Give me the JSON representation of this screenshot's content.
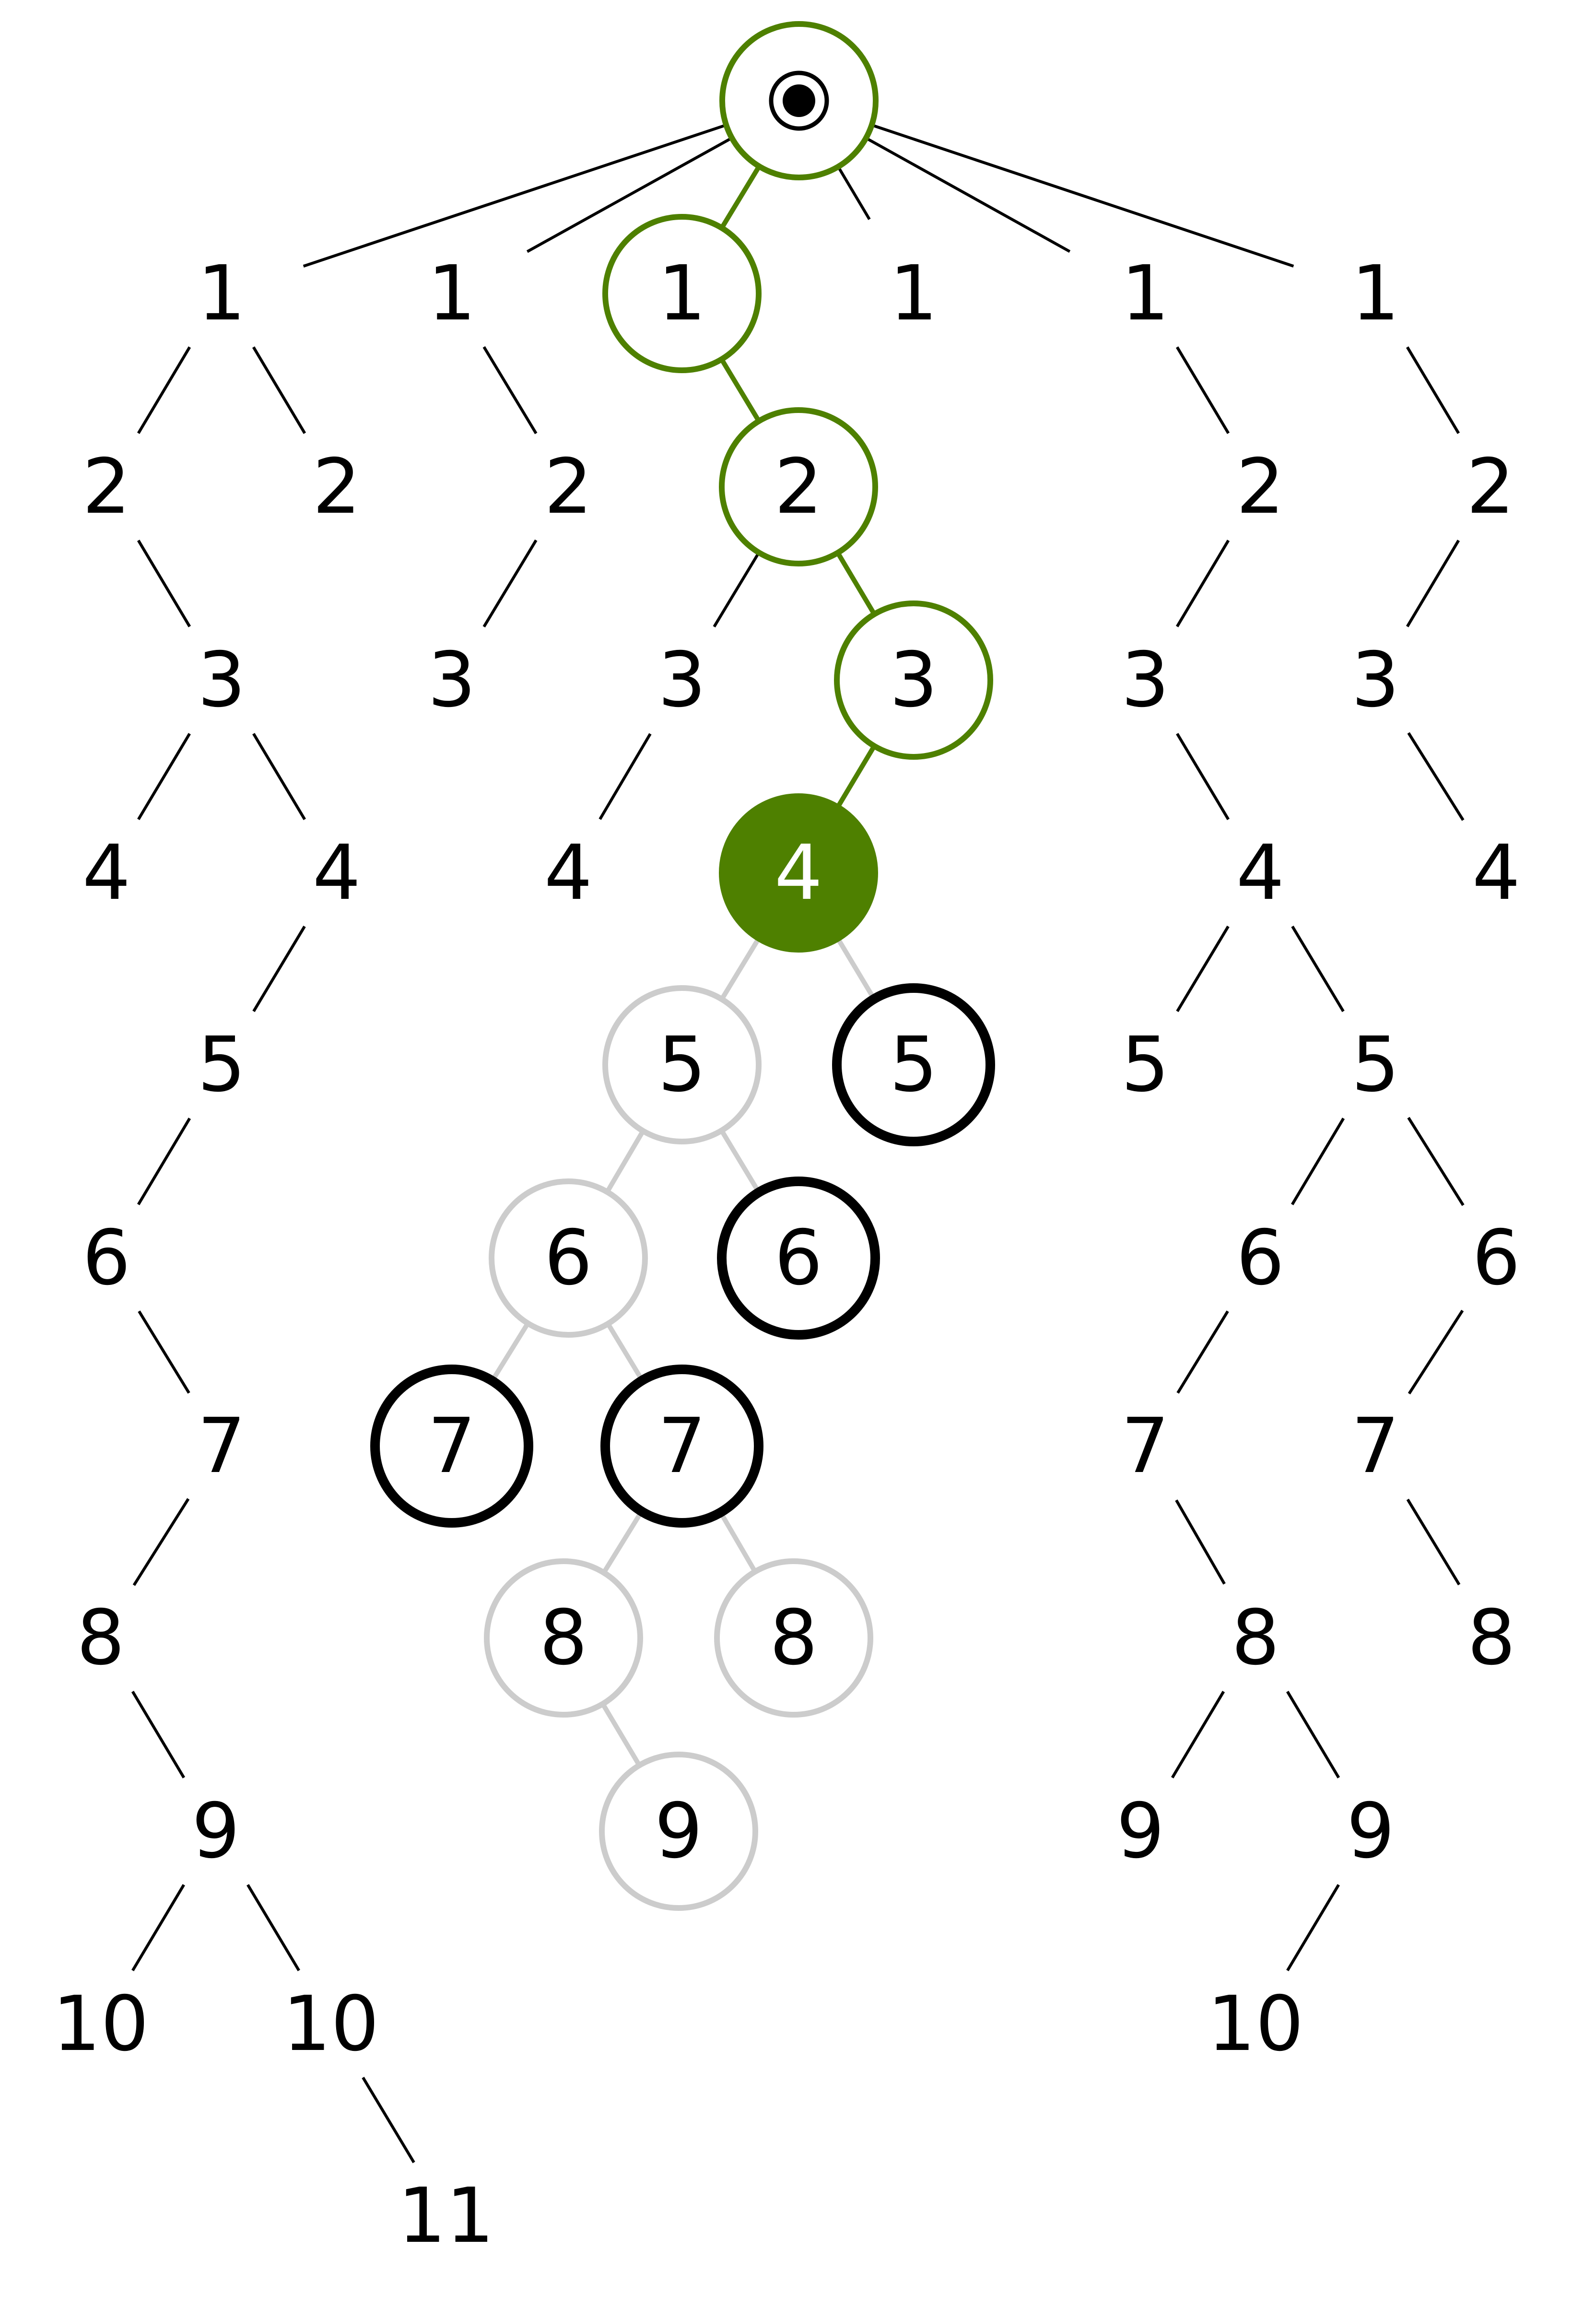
{
  "colors": {
    "path": "#4e8000",
    "ink": "#000000",
    "muted": "#cccccc",
    "background": "#ffffff",
    "selected_text": "#ffffff"
  },
  "root": {
    "icon": "radio-dot-icon",
    "state": "path"
  },
  "nodes": [
    {
      "id": "n1a",
      "label": "1",
      "parent": "root",
      "state": "plain"
    },
    {
      "id": "n1b",
      "label": "1",
      "parent": "root",
      "state": "plain"
    },
    {
      "id": "n1c",
      "label": "1",
      "parent": "root",
      "state": "path"
    },
    {
      "id": "n1d",
      "label": "1",
      "parent": "root",
      "state": "plain"
    },
    {
      "id": "n1e",
      "label": "1",
      "parent": "root",
      "state": "plain"
    },
    {
      "id": "n1f",
      "label": "1",
      "parent": "root",
      "state": "plain"
    },
    {
      "id": "a2",
      "label": "2",
      "parent": "n1a",
      "state": "plain"
    },
    {
      "id": "b2",
      "label": "2",
      "parent": "n1a",
      "state": "plain"
    },
    {
      "id": "c2",
      "label": "2",
      "parent": "n1b",
      "state": "plain"
    },
    {
      "id": "d2",
      "label": "2",
      "parent": "n1c",
      "state": "path"
    },
    {
      "id": "e2",
      "label": "2",
      "parent": "n1e",
      "state": "plain"
    },
    {
      "id": "f2",
      "label": "2",
      "parent": "n1f",
      "state": "plain"
    },
    {
      "id": "a3",
      "label": "3",
      "parent": "a2",
      "state": "plain"
    },
    {
      "id": "b3",
      "label": "3",
      "parent": "c2",
      "state": "plain"
    },
    {
      "id": "c3",
      "label": "3",
      "parent": "d2",
      "state": "plain"
    },
    {
      "id": "d3",
      "label": "3",
      "parent": "d2",
      "state": "path"
    },
    {
      "id": "e3",
      "label": "3",
      "parent": "e2",
      "state": "plain"
    },
    {
      "id": "f3",
      "label": "3",
      "parent": "f2",
      "state": "plain"
    },
    {
      "id": "a4",
      "label": "4",
      "parent": "a3",
      "state": "plain"
    },
    {
      "id": "b4",
      "label": "4",
      "parent": "a3",
      "state": "plain"
    },
    {
      "id": "c4",
      "label": "4",
      "parent": "c3",
      "state": "plain"
    },
    {
      "id": "d4",
      "label": "4",
      "parent": "d3",
      "state": "selected"
    },
    {
      "id": "e4",
      "label": "4",
      "parent": "e3",
      "state": "plain"
    },
    {
      "id": "f4",
      "label": "4",
      "parent": "f3",
      "state": "plain"
    },
    {
      "id": "a5",
      "label": "5",
      "parent": "b4",
      "state": "plain"
    },
    {
      "id": "c5",
      "label": "5",
      "parent": "d4",
      "state": "muted"
    },
    {
      "id": "d5",
      "label": "5",
      "parent": "d4",
      "state": "bold"
    },
    {
      "id": "e5",
      "label": "5",
      "parent": "e4",
      "state": "plain"
    },
    {
      "id": "f5",
      "label": "5",
      "parent": "e4",
      "state": "plain"
    },
    {
      "id": "a6",
      "label": "6",
      "parent": "a5",
      "state": "plain"
    },
    {
      "id": "b6",
      "label": "6",
      "parent": "c5",
      "state": "muted"
    },
    {
      "id": "c6",
      "label": "6",
      "parent": "c5",
      "state": "bold"
    },
    {
      "id": "e6",
      "label": "6",
      "parent": "f5",
      "state": "plain"
    },
    {
      "id": "f6",
      "label": "6",
      "parent": "f5",
      "state": "plain"
    },
    {
      "id": "a7",
      "label": "7",
      "parent": "a6",
      "state": "plain"
    },
    {
      "id": "b7",
      "label": "7",
      "parent": "b6",
      "state": "bold"
    },
    {
      "id": "c7",
      "label": "7",
      "parent": "b6",
      "state": "bold"
    },
    {
      "id": "e7",
      "label": "7",
      "parent": "e6",
      "state": "plain"
    },
    {
      "id": "f7",
      "label": "7",
      "parent": "f6",
      "state": "plain"
    },
    {
      "id": "a8",
      "label": "8",
      "parent": "a7",
      "state": "plain"
    },
    {
      "id": "b8",
      "label": "8",
      "parent": "c7",
      "state": "muted"
    },
    {
      "id": "c8",
      "label": "8",
      "parent": "c7",
      "state": "muted"
    },
    {
      "id": "e8",
      "label": "8",
      "parent": "e7",
      "state": "plain"
    },
    {
      "id": "f8",
      "label": "8",
      "parent": "f7",
      "state": "plain"
    },
    {
      "id": "a9",
      "label": "9",
      "parent": "a8",
      "state": "plain"
    },
    {
      "id": "b9",
      "label": "9",
      "parent": "b8",
      "state": "muted"
    },
    {
      "id": "e9",
      "label": "9",
      "parent": "e8",
      "state": "plain"
    },
    {
      "id": "f9",
      "label": "9",
      "parent": "e8",
      "state": "plain"
    },
    {
      "id": "a10",
      "label": "10",
      "parent": "a9",
      "state": "plain"
    },
    {
      "id": "b10",
      "label": "10",
      "parent": "a9",
      "state": "plain"
    },
    {
      "id": "e10",
      "label": "10",
      "parent": "f9",
      "state": "plain"
    },
    {
      "id": "a11",
      "label": "11",
      "parent": "b10",
      "state": "plain"
    }
  ]
}
